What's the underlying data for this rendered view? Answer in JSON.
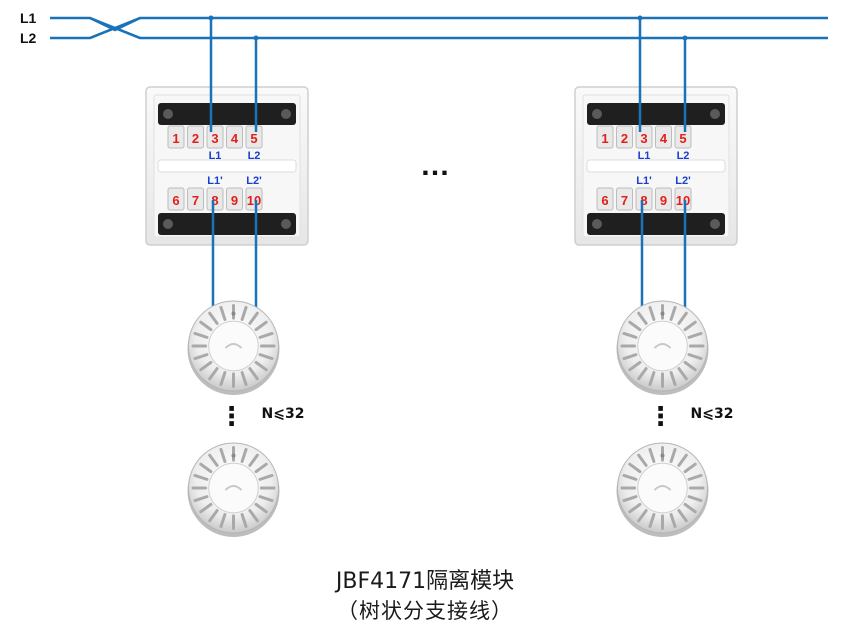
{
  "bus": {
    "line1": "L1",
    "line2": "L2",
    "color": "#1a73b8"
  },
  "module": {
    "top_terminals": [
      "1",
      "2",
      "3",
      "4",
      "5"
    ],
    "bottom_terminals": [
      "6",
      "7",
      "8",
      "9",
      "10"
    ],
    "in_l1": "L1",
    "in_l2": "L2",
    "out_l1": "L1'",
    "out_l2": "L2'",
    "number_color": "#e0201b",
    "label_color": "#1a3fd0"
  },
  "ellipsis": "…",
  "detector_ellipsis": "⋮",
  "detector_limit": "N⩽32",
  "caption": {
    "title": "JBF4171隔离模块",
    "subtitle": "（树状分支接线）"
  }
}
